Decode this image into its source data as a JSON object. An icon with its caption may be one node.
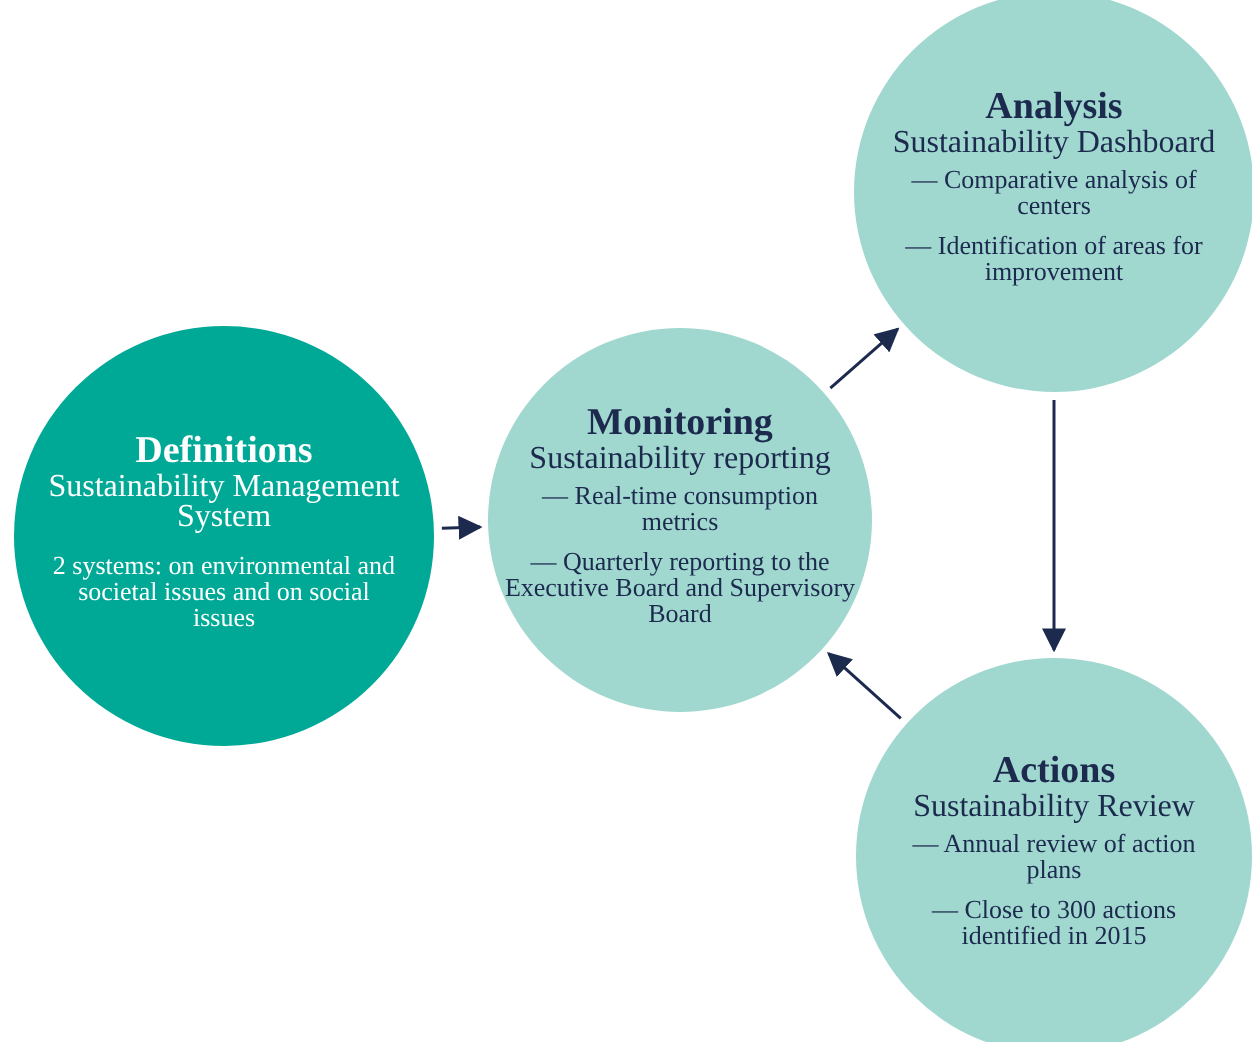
{
  "diagram": {
    "nodes": [
      {
        "text": [
          "Definitions",
          "Sustainability Management System",
          "2 systems: on environmental and societal issues and on social issues"
        ]
      },
      {
        "text": [
          "Monitoring",
          "Sustainability reporting",
          "— Real-time consumption metrics",
          "— Quarterly reporting to the Executive Board and Supervisory Board"
        ]
      },
      {
        "text": [
          "Analysis",
          "Sustainability Dashboard",
          "— Comparative analysis of centers",
          "— Identification of areas for improvement"
        ]
      },
      {
        "text": [
          "Actions",
          "Sustainability Review",
          "— Annual review of action plans",
          "— Close to 300 actions identified in 2015"
        ]
      }
    ],
    "edges": [
      {
        "from": 0,
        "to": 1,
        "arrow": "to"
      },
      {
        "from": 1,
        "to": 2,
        "arrow": "to"
      },
      {
        "from": 2,
        "to": 3,
        "arrow": "to"
      },
      {
        "from": 3,
        "to": 1,
        "arrow": "to"
      }
    ]
  }
}
